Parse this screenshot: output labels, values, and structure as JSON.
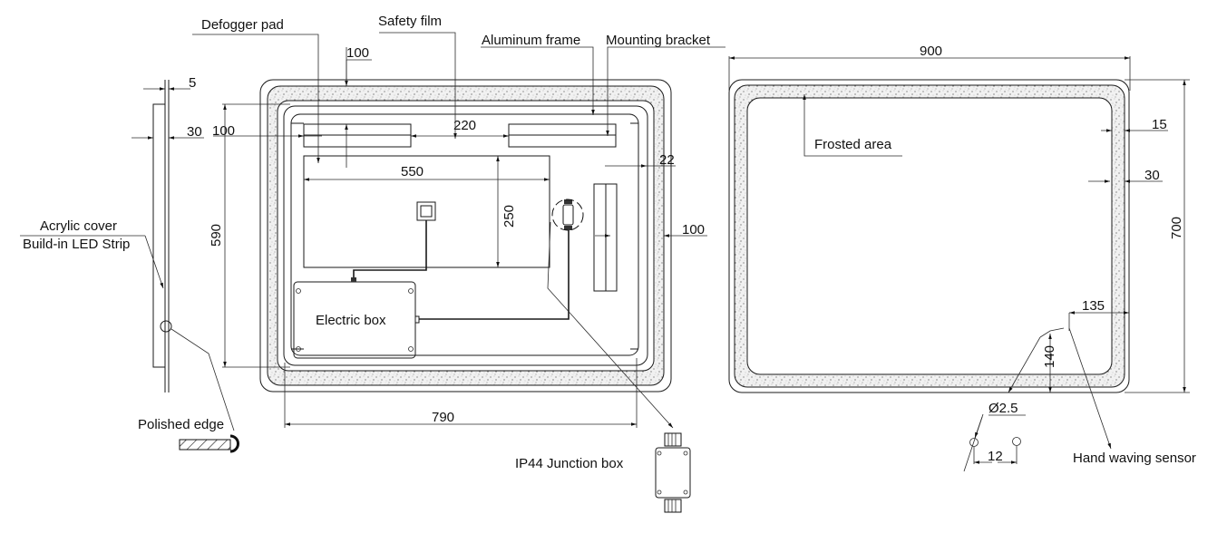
{
  "title": "LED mirror technical drawing",
  "views": {
    "side": {
      "labels": {
        "acrylic_cover": "Acrylic cover",
        "led_strip": "Build-in LED Strip",
        "polished_edge": "Polished edge"
      },
      "dimensions": {
        "glass_thickness": "5",
        "depth": "30"
      }
    },
    "back": {
      "labels": {
        "defogger_pad": "Defogger pad",
        "safety_film": "Safety film",
        "aluminum_frame": "Aluminum frame",
        "mounting_bracket": "Mounting bracket",
        "electric_box": "Electric box",
        "junction_box": "IP44 Junction box"
      },
      "dimensions": {
        "top_offset": "100",
        "left_offset": "100",
        "bracket_gap": "220",
        "height": "590",
        "defogger_width": "550",
        "defogger_height": "250",
        "frame_inset": "22",
        "side_bracket_offset": "100",
        "width": "790"
      }
    },
    "front": {
      "labels": {
        "frosted_area": "Frosted area",
        "sensor": "Hand waving sensor"
      },
      "dimensions": {
        "width": "900",
        "height": "700",
        "frost_inset": "15",
        "frost_width": "30",
        "sensor_x": "135",
        "sensor_y": "140",
        "sensor_diameter": "Ø2.5",
        "sensor_spacing": "12"
      }
    }
  }
}
